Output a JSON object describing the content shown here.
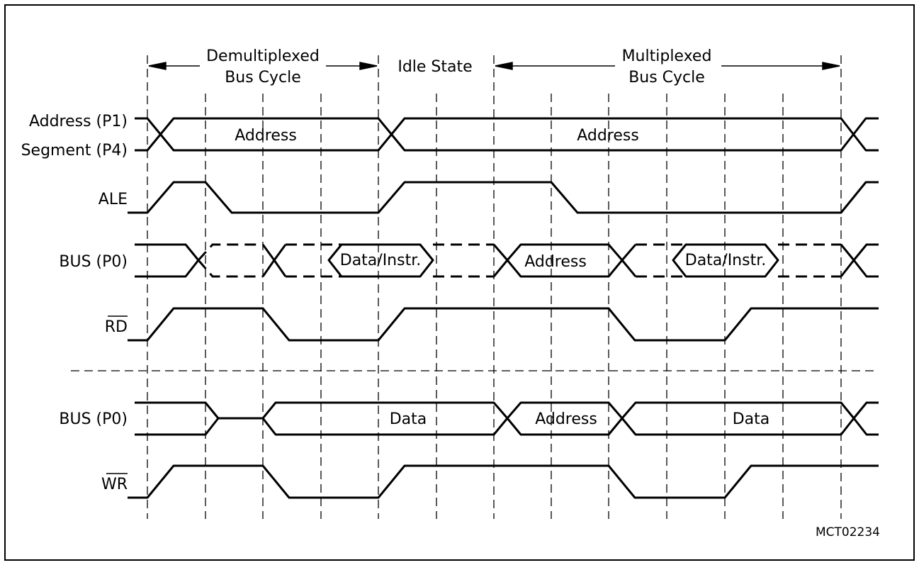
{
  "header": {
    "demux_line1": "Demultiplexed",
    "demux_line2": "Bus Cycle",
    "idle": "Idle State",
    "mux_line1": "Multiplexed",
    "mux_line2": "Bus Cycle"
  },
  "signals": {
    "address_p1": "Address (P1)",
    "segment_p4": "Segment (P4)",
    "ale": "ALE",
    "bus_p0_read": "BUS (P0)",
    "rd": "RD",
    "bus_p0_write": "BUS (P0)",
    "wr": "WR"
  },
  "bus_labels": {
    "addr_demux": "Address",
    "addr_mux": "Address",
    "read_data_instr_1": "Data/Instr.",
    "read_address": "Address",
    "read_data_instr_2": "Data/Instr.",
    "write_data_1": "Data",
    "write_address": "Address",
    "write_data_2": "Data"
  },
  "figure_id": "MCT02234"
}
